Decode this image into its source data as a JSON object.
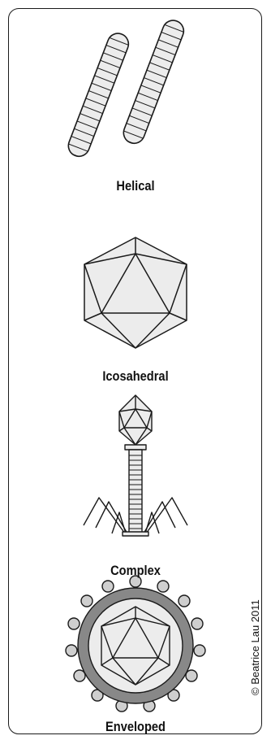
{
  "labels": {
    "helical": "Helical",
    "icosahedral": "Icosahedral",
    "complex": "Complex",
    "enveloped": "Enveloped"
  },
  "credit": "© Beatrice Lau 2011",
  "colors": {
    "line": "#1a1a1a",
    "capsid_fill": "#ececec",
    "envelope_fill": "#888888",
    "spike_fill": "#cfcfcf",
    "background": "#ffffff"
  }
}
